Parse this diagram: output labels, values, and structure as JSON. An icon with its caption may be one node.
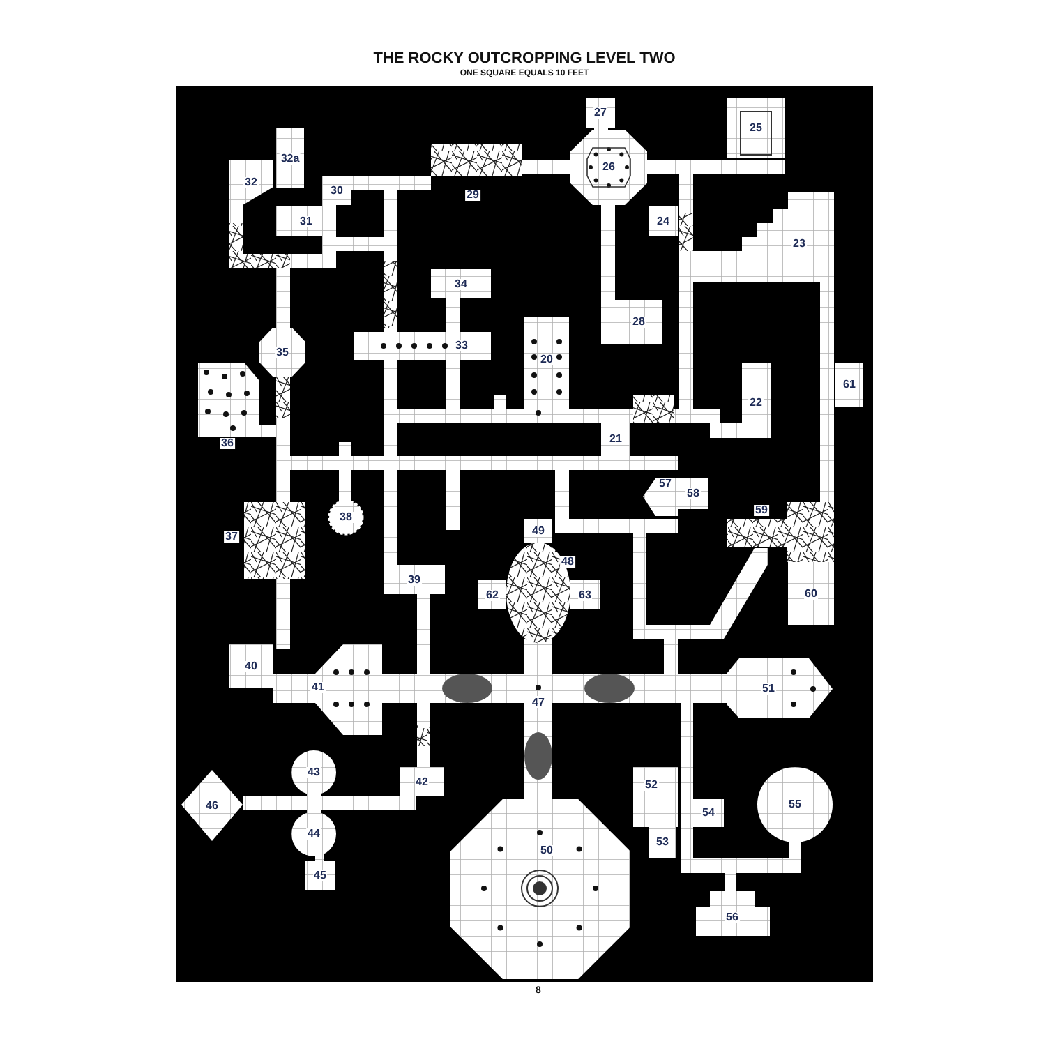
{
  "diagram": {
    "title": "THE ROCKY OUTCROPPING LEVEL TWO",
    "nodes": [
      {
        "text": [
          "27"
        ]
      },
      {
        "text": [
          "25"
        ]
      },
      {
        "text": [
          "32a"
        ]
      },
      {
        "text": [
          "26"
        ]
      },
      {
        "text": [
          "29"
        ]
      },
      {
        "text": [
          "32"
        ]
      },
      {
        "text": [
          "30"
        ]
      },
      {
        "text": [
          "24"
        ]
      },
      {
        "text": [
          "31"
        ]
      },
      {
        "text": [
          "23"
        ]
      },
      {
        "text": [
          "34"
        ]
      },
      {
        "text": [
          "28"
        ]
      },
      {
        "text": [
          "35"
        ]
      },
      {
        "text": [
          "33"
        ]
      },
      {
        "text": [
          "20"
        ]
      },
      {
        "text": [
          "36"
        ]
      },
      {
        "text": [
          "61"
        ]
      },
      {
        "text": [
          "22"
        ]
      },
      {
        "text": [
          "21"
        ]
      },
      {
        "text": [
          "57"
        ]
      },
      {
        "text": [
          "58"
        ]
      },
      {
        "text": [
          "59"
        ]
      },
      {
        "text": [
          "38"
        ]
      },
      {
        "text": [
          "37"
        ]
      },
      {
        "text": [
          "49"
        ]
      },
      {
        "text": [
          "48"
        ]
      },
      {
        "text": [
          "39"
        ]
      },
      {
        "text": [
          "62"
        ]
      },
      {
        "text": [
          "63"
        ]
      },
      {
        "text": [
          "60"
        ]
      },
      {
        "text": [
          "40"
        ]
      },
      {
        "text": [
          "41"
        ]
      },
      {
        "text": [
          "51"
        ]
      },
      {
        "text": [
          "42"
        ]
      },
      {
        "text": [
          "52"
        ]
      },
      {
        "text": [
          "43"
        ]
      },
      {
        "text": [
          "55"
        ]
      },
      {
        "text": [
          "46"
        ]
      },
      {
        "text": [
          "50"
        ]
      },
      {
        "text": [
          "54"
        ]
      },
      {
        "text": [
          "53"
        ]
      },
      {
        "text": [
          "44"
        ]
      },
      {
        "text": [
          "45"
        ]
      },
      {
        "text": [
          "56"
        ]
      }
    ],
    "labels": [
      "ONE SQUARE EQUALS 10 FEET",
      "47",
      "8"
    ]
  }
}
